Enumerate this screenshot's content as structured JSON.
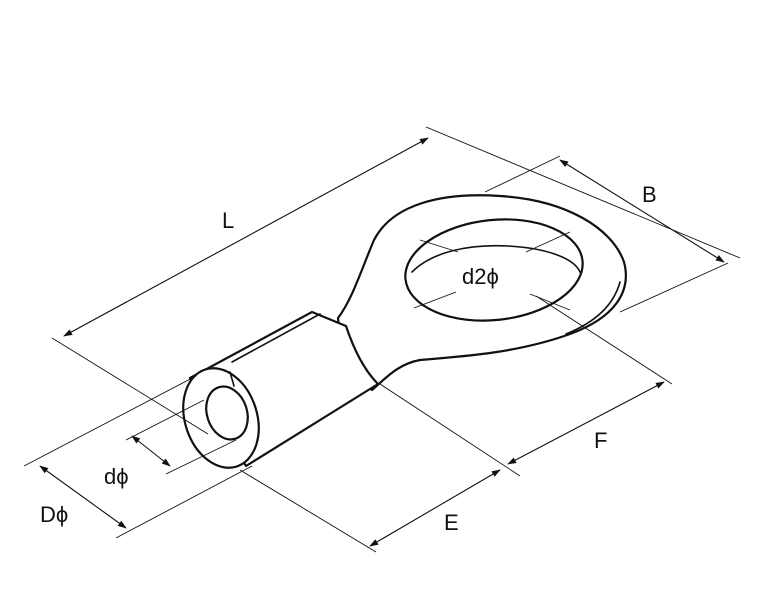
{
  "diagram": {
    "labels": {
      "L": "L",
      "B": "B",
      "d2": "d2ϕ",
      "F": "F",
      "E": "E",
      "d": "dϕ",
      "D": "Dϕ"
    }
  }
}
